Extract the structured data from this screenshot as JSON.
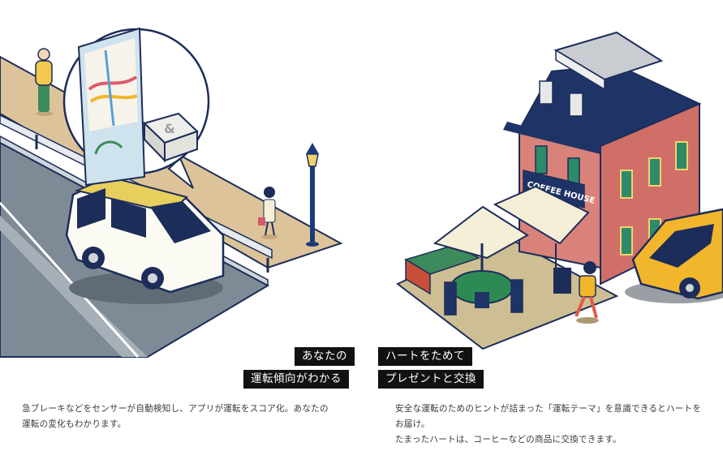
{
  "features": [
    {
      "title_lines": [
        "あなたの",
        "運転傾向がわかる"
      ],
      "description_lines": [
        "急ブレーキなどをセンサーが自動検知し、アプリが運転をスコア化。あなたの",
        "運転の変化もわかります。"
      ]
    },
    {
      "title_lines": [
        "ハートをためて",
        "プレゼントと交換"
      ],
      "description_lines": [
        "安全な運転のためのヒントが詰まった「運転テーマ」を意識できるとハートを",
        "お届け。",
        "たまったハートは、コーヒーなどの商品に交換できます。"
      ]
    }
  ],
  "illustration": {
    "shop_sign": "COFFEE HOUSE",
    "app_badge_icon": "ampersand-icon"
  },
  "colors": {
    "navy": "#1d2d5a",
    "road": "#7e8a95",
    "sidewalk": "#dcc39a",
    "car_roof": "#e7cf5e",
    "brick": "#d9827a",
    "roof": "#1f3466",
    "taxi": "#f2b62c",
    "umbrella": "#f5efd8",
    "table": "#2d8a55",
    "label_bg": "#111111"
  }
}
